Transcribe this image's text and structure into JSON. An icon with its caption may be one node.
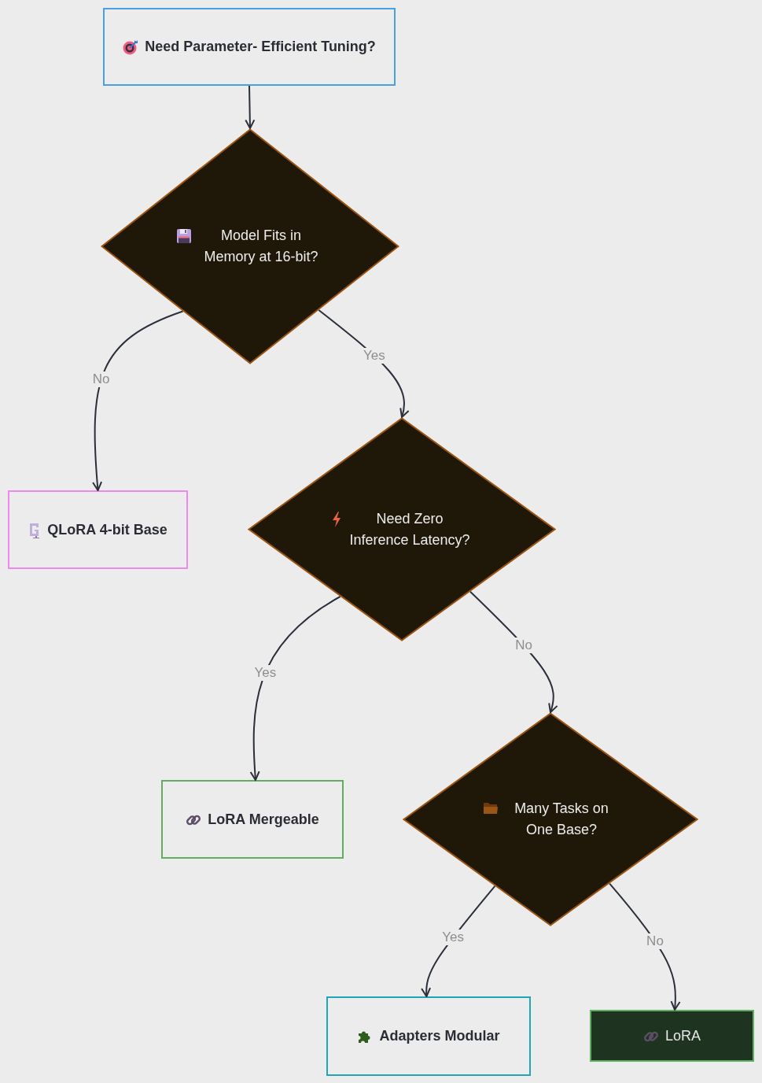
{
  "diagram": {
    "nodes": [
      {
        "text": [
          "Need Parameter- Efficient Tuning?"
        ]
      },
      {
        "text": [
          "Model Fits in Memory at 16-bit?"
        ]
      },
      {
        "text": [
          "QLoRA 4-bit Base"
        ]
      },
      {
        "text": [
          "Need Zero Inference Latency?"
        ]
      },
      {
        "text": [
          "LoRA Mergeable"
        ]
      },
      {
        "text": [
          "Many Tasks on One Base?"
        ]
      },
      {
        "text": [
          "Adapters Modular"
        ]
      },
      {
        "text": [
          "LoRA"
        ]
      }
    ],
    "edges": [
      {
        "from": 0,
        "to": 1,
        "arrow": "to"
      },
      {
        "from": 1,
        "to": 2,
        "arrow": "to",
        "label": "No"
      },
      {
        "from": 1,
        "to": 3,
        "arrow": "to",
        "label": "Yes"
      },
      {
        "from": 3,
        "to": 4,
        "arrow": "to",
        "label": "Yes"
      },
      {
        "from": 3,
        "to": 5,
        "arrow": "to",
        "label": "No"
      },
      {
        "from": 5,
        "to": 6,
        "arrow": "to",
        "label": "Yes"
      },
      {
        "from": 5,
        "to": 7,
        "arrow": "to",
        "label": "No"
      }
    ]
  }
}
